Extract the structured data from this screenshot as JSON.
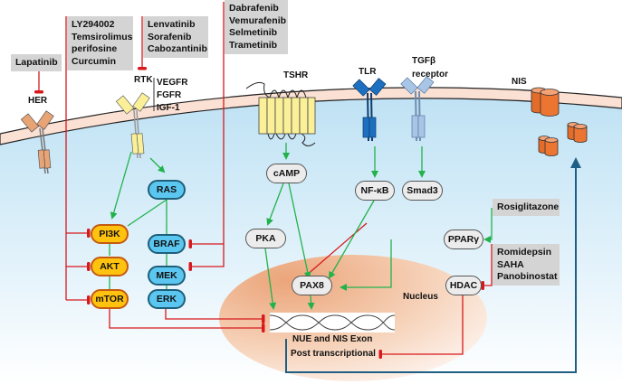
{
  "title": "NIS regulation signaling pathways and inhibitors",
  "colors": {
    "activation": "#22b24c",
    "inhibition": "#d7191c",
    "nis_trafficking": "#1f5f85",
    "membrane": "#fbe0d4",
    "cytoplasm": "#c3e4f5",
    "nucleus": "#eeae85",
    "drug_box": "#d4d4d4",
    "pi3k_node_fill": "#ffc20e",
    "mapk_node_fill": "#5bc6ef",
    "nis_protein": "#ed7532"
  },
  "drug_boxes": {
    "lapatinib": [
      "Lapatinib"
    ],
    "pi3k_inhibitors": [
      "LY294002",
      "Temsirolimus",
      "perifosine",
      "Curcumin"
    ],
    "rtk_inhibitors": [
      "Lenvatinib",
      "Sorafenib",
      "Cabozantinib"
    ],
    "mapk_inhibitors": [
      "Dabrafenib",
      "Vemurafenib",
      "Selmetinib",
      "Trametinib"
    ],
    "ppar_agonist": [
      "Rosiglitazone"
    ],
    "hdac_inhibitors": [
      "Romidepsin",
      "SAHA",
      "Panobinostat"
    ]
  },
  "receptors": {
    "her": "HER",
    "rtk": "RTK",
    "rtk_types": [
      "VEGFR",
      "FGFR",
      "IGF-1"
    ],
    "tshr": "TSHR",
    "tlr": "TLR",
    "tgfb_line1": "TGFβ",
    "tgfb_line2": "receptor",
    "nis": "NIS"
  },
  "nodes": {
    "pi3k": "PI3K",
    "akt": "AKT",
    "mtor": "mTOR",
    "ras": "RAS",
    "braf": "BRAF",
    "mek": "MEK",
    "erk": "ERK",
    "camp": "cAMP",
    "pka": "PKA",
    "nfkb": "NF-κB",
    "smad3": "Smad3",
    "pax8": "PAX8",
    "ppar": "PPARγ",
    "hdac": "HDAC"
  },
  "nucleus": {
    "label": "Nucleus",
    "gene_label": "NUE and NIS Exon",
    "post_label": "Post transcriptional"
  }
}
